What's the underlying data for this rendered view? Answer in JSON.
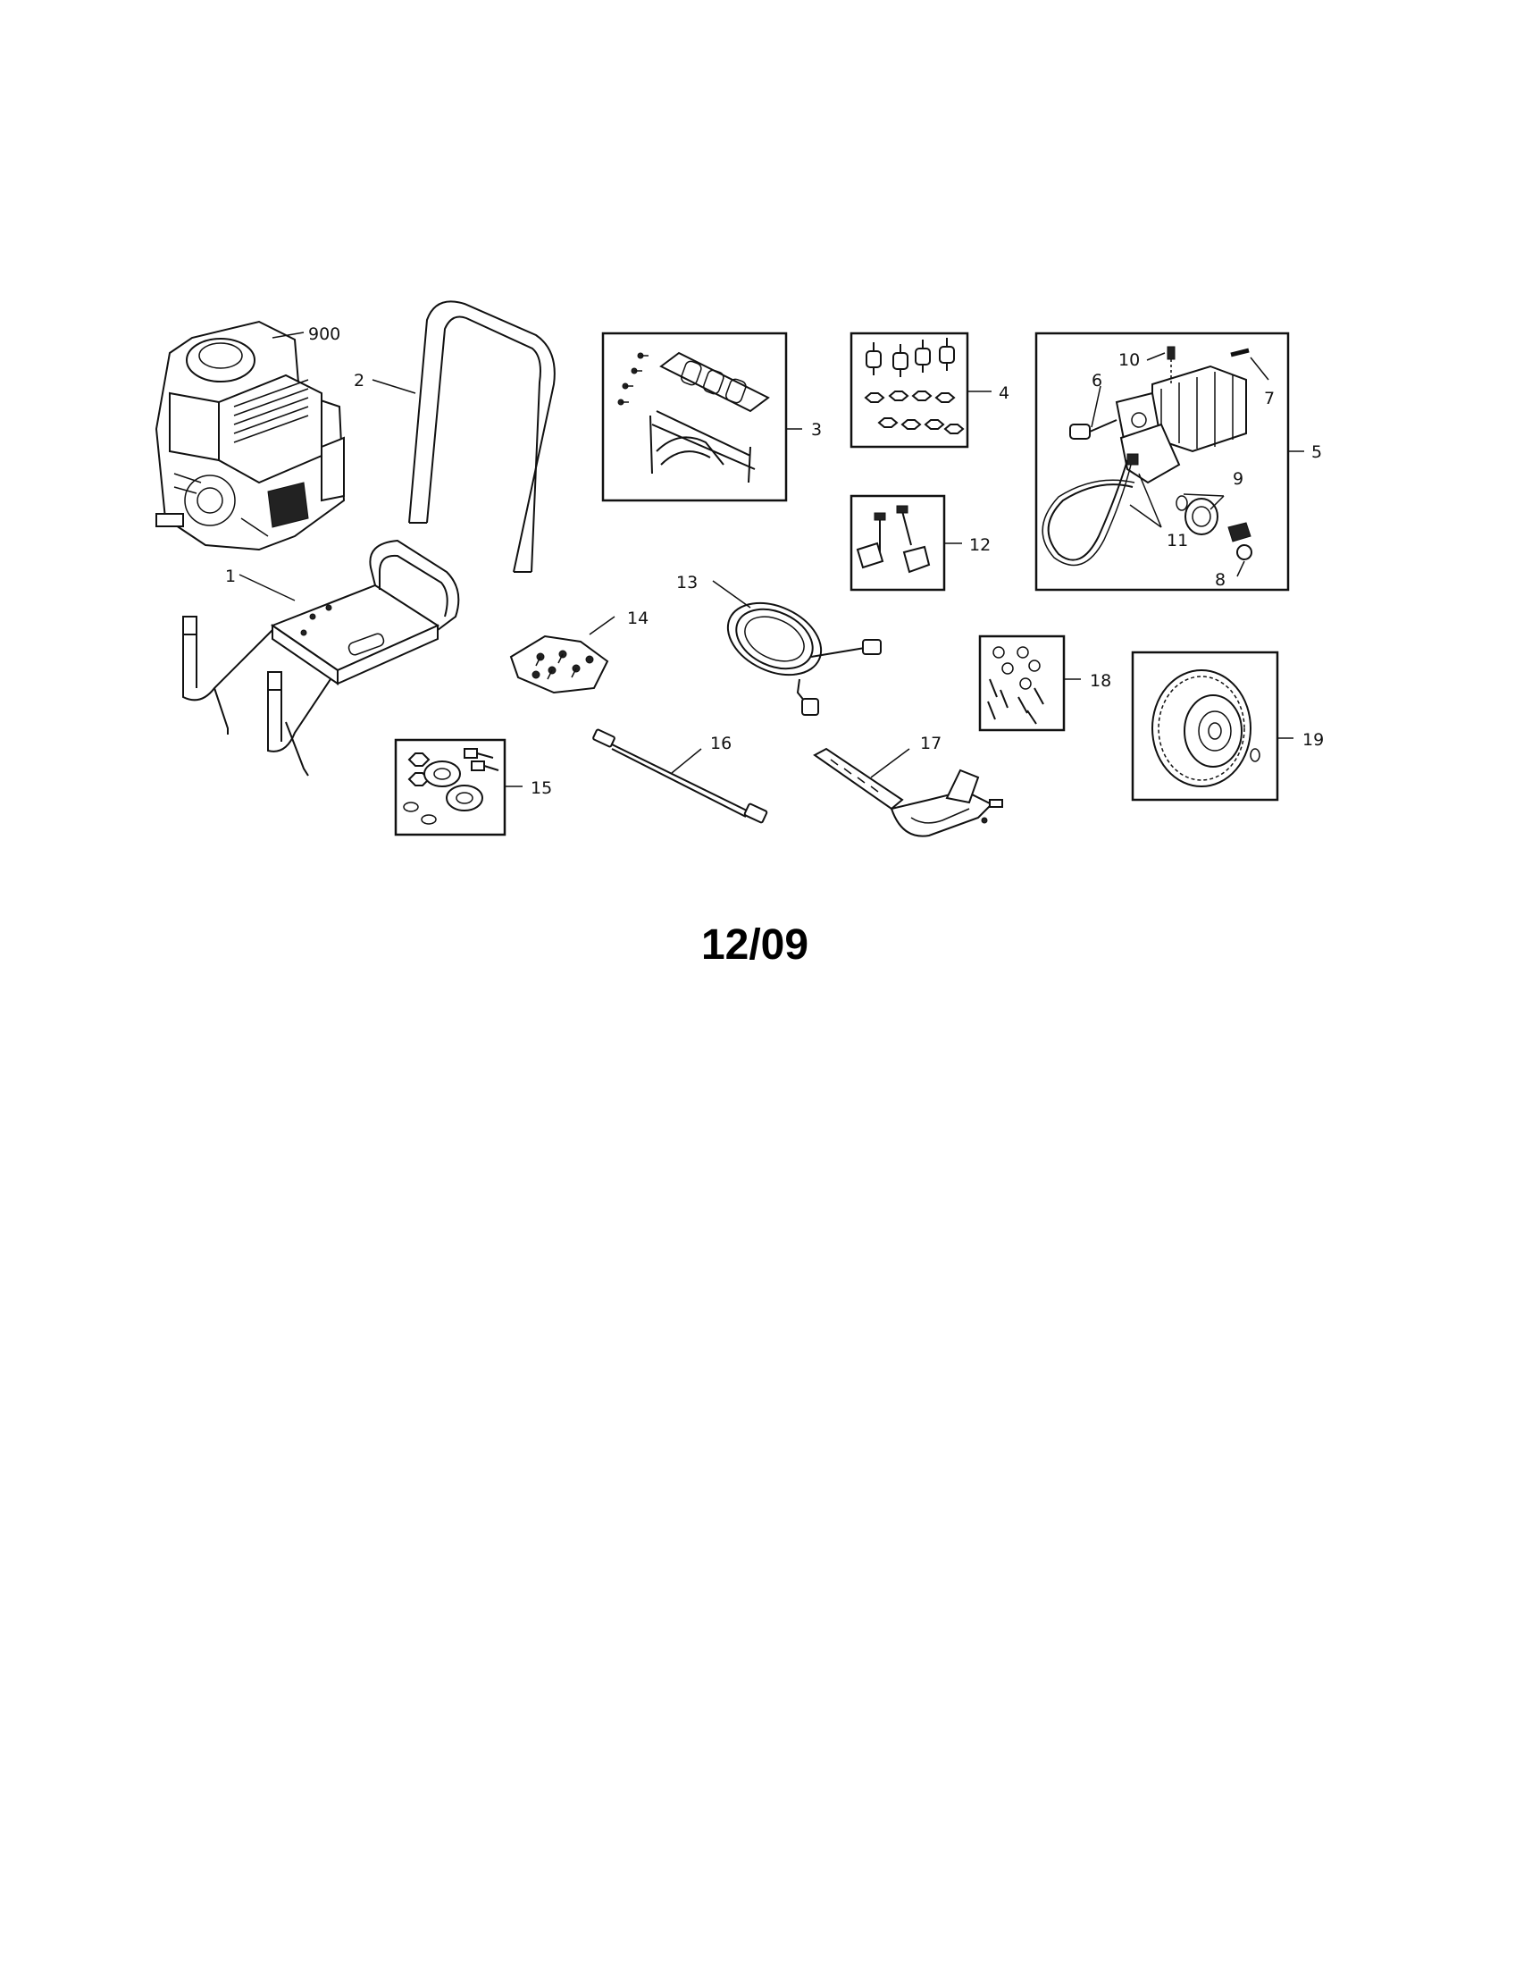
{
  "diagram": {
    "date_code": "12/09",
    "callouts": {
      "p900": "900",
      "p1": "1",
      "p2": "2",
      "p3": "3",
      "p4": "4",
      "p5": "5",
      "p6": "6",
      "p7": "7",
      "p8": "8",
      "p9": "9",
      "p10": "10",
      "p11": "11",
      "p12": "12",
      "p13": "13",
      "p14": "14",
      "p15": "15",
      "p16": "16",
      "p17": "17",
      "p18": "18",
      "p19": "19"
    }
  }
}
